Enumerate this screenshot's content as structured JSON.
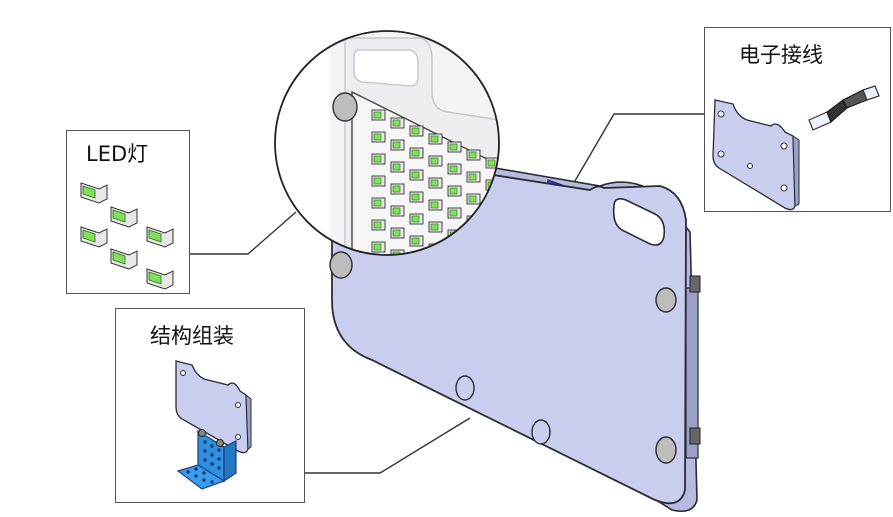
{
  "callouts": {
    "led": {
      "label": "LED灯"
    },
    "electronics": {
      "label": "电子接线"
    },
    "structure": {
      "label": "结构组装"
    }
  },
  "colors": {
    "panel": "#c9cdee",
    "panel_edge": "#2b2b33",
    "led_green": "#7fe05a",
    "connector_blue": "#2a4fd6",
    "bracket_blue": "#2f8fe0"
  }
}
